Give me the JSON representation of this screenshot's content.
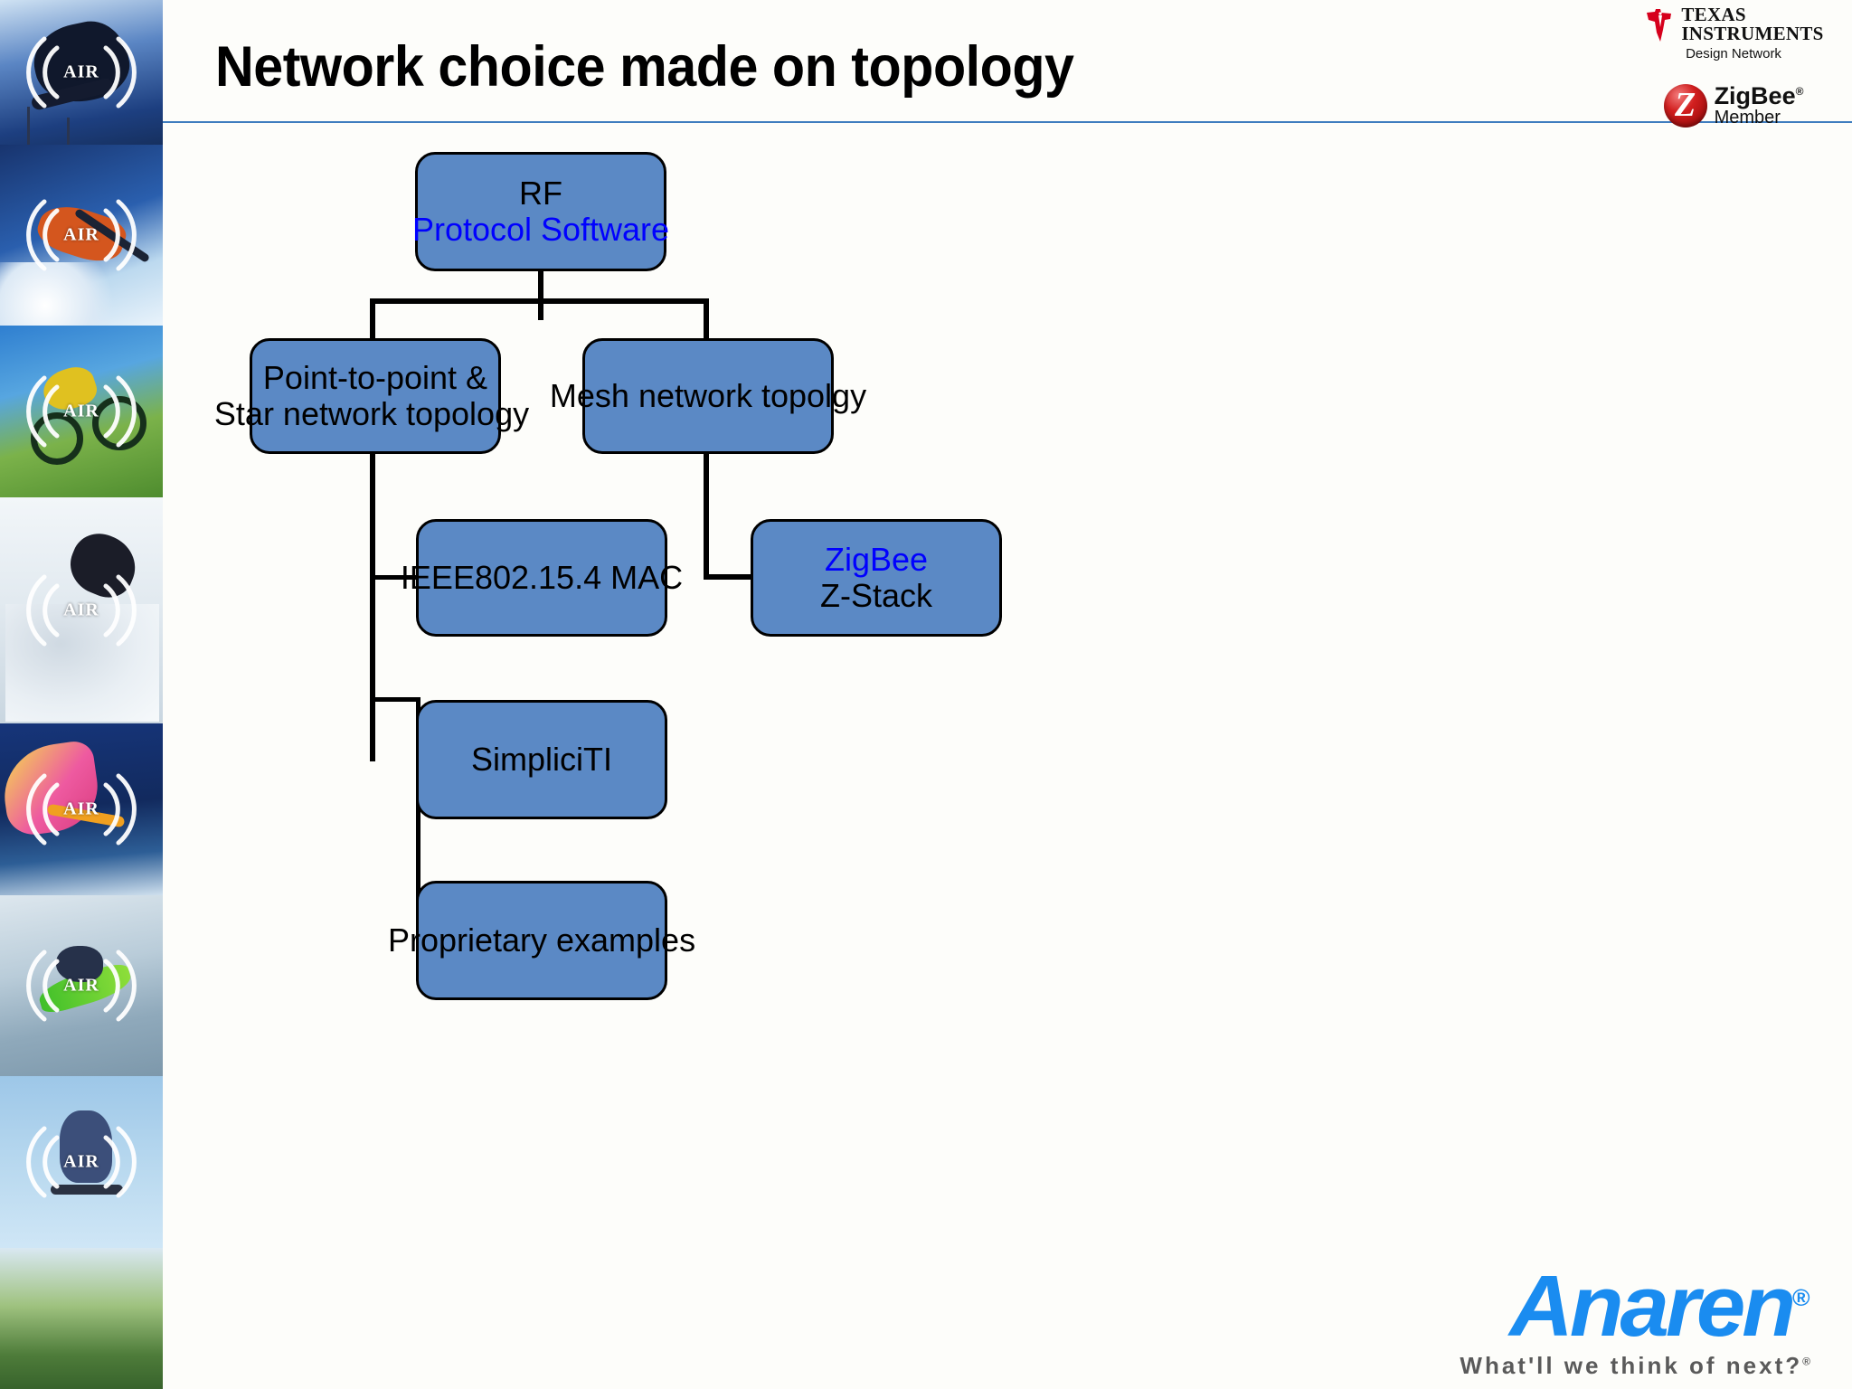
{
  "slide": {
    "title": "Network choice made on topology",
    "accent_rule_color": "#3f7dbf",
    "background": "#ffffff"
  },
  "logos": {
    "ti": {
      "line1": "TEXAS",
      "line2": "INSTRUMENTS",
      "subtitle": "Design Network",
      "mark_color": "#d6001c"
    },
    "zigbee": {
      "name": "ZigBee",
      "registered": "®",
      "status": "Member",
      "mark_letter": "Z",
      "mark_color": "#c01010"
    },
    "anaren": {
      "name": "Anaren",
      "registered": "®",
      "tagline": "What'll we think of next?",
      "tagline_registered": "®",
      "brand_color": "#1a8cf0",
      "tagline_color": "#5a5a5a"
    }
  },
  "photo_strip": {
    "overlay_label": "AIR",
    "panels": [
      {
        "name": "skateboarder"
      },
      {
        "name": "water-skier"
      },
      {
        "name": "mountain-biker"
      },
      {
        "name": "snowboarder"
      },
      {
        "name": "windsurfer"
      },
      {
        "name": "kayaker"
      },
      {
        "name": "inline-skater"
      },
      {
        "name": "landscape"
      }
    ]
  },
  "diagram": {
    "type": "tree",
    "node_fill": "#5b89c5",
    "node_border": "#000000",
    "nodes": [
      {
        "id": "root",
        "line1": "RF",
        "line2": "Protocol Software",
        "line1_color": "#000000",
        "line2_color": "#0000ff"
      },
      {
        "id": "p2p",
        "line1": "Point-to-point &",
        "line2": "Star network topology",
        "line1_color": "#000000",
        "line2_color": "#000000"
      },
      {
        "id": "mesh",
        "line1": "Mesh network topolgy",
        "line2": "",
        "line1_color": "#000000",
        "line2_color": "#000000"
      },
      {
        "id": "ieee",
        "line1": "IEEE802.15.4 MAC",
        "line2": "",
        "line1_color": "#000000",
        "line2_color": "#000000"
      },
      {
        "id": "zstack",
        "line1": "ZigBee",
        "line2": "Z-Stack",
        "line1_color": "#0000ff",
        "line2_color": "#000000"
      },
      {
        "id": "simpliciti",
        "line1": "SimpliciTI",
        "line2": "",
        "line1_color": "#000000",
        "line2_color": "#000000"
      },
      {
        "id": "proprietary",
        "line1": "Proprietary examples",
        "line2": "",
        "line1_color": "#000000",
        "line2_color": "#000000"
      }
    ],
    "edges": [
      {
        "from": "root",
        "to": "p2p"
      },
      {
        "from": "root",
        "to": "mesh"
      },
      {
        "from": "p2p",
        "to": "ieee"
      },
      {
        "from": "p2p",
        "to": "simpliciti"
      },
      {
        "from": "p2p",
        "to": "proprietary"
      },
      {
        "from": "mesh",
        "to": "zstack"
      }
    ]
  }
}
